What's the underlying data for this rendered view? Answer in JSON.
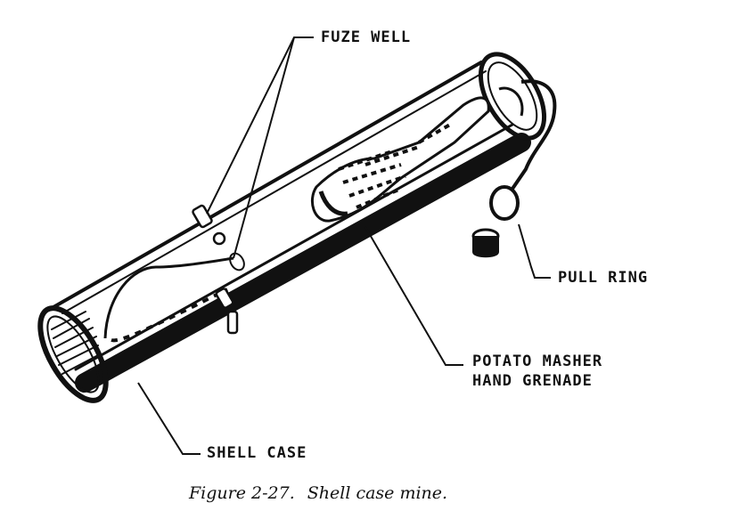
{
  "labels": {
    "fuze_well": "FUZE WELL",
    "pull_ring": "PULL RING",
    "potato_masher_line1": "POTATO MASHER",
    "potato_masher_line2": "HAND GRENADE",
    "shell_case": "SHELL CASE"
  },
  "caption": {
    "number": "Figure 2-27.",
    "title": "Shell case mine."
  },
  "colors": {
    "ink": "#111111",
    "paper": "#ffffff"
  }
}
